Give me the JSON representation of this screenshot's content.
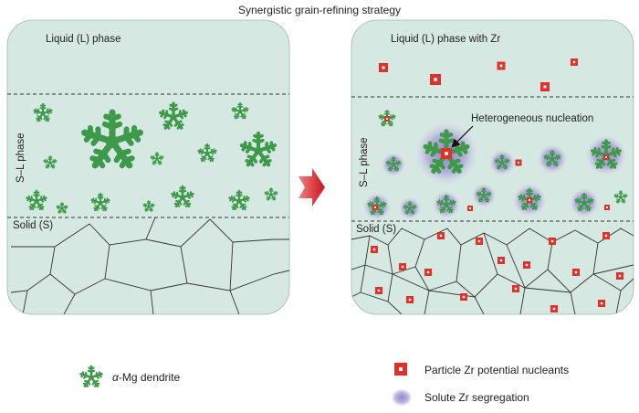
{
  "title": "Synergistic grain-refining strategy",
  "left_panel": {
    "liquid_label": "Liquid (L) phase",
    "sl_label": "S–L phase",
    "solid_label": "Solid (S)"
  },
  "right_panel": {
    "liquid_label": "Liquid (L) phase with Zr",
    "sl_label": "S–L phase",
    "solid_label": "Solid (S)",
    "callout": "Heterogeneous nucleation"
  },
  "legend": {
    "dendrite_prefix": "α",
    "dendrite_label": "-Mg dendrite",
    "particle_label": "Particle Zr potential nucleants",
    "solute_label": "Solute Zr segregation"
  },
  "colors": {
    "panel_fill": "#d6e8e2",
    "dendrite": "#3e9a4a",
    "particle": "#e0302a",
    "solute": "#9a88cc",
    "arrow": "#d0262a"
  }
}
